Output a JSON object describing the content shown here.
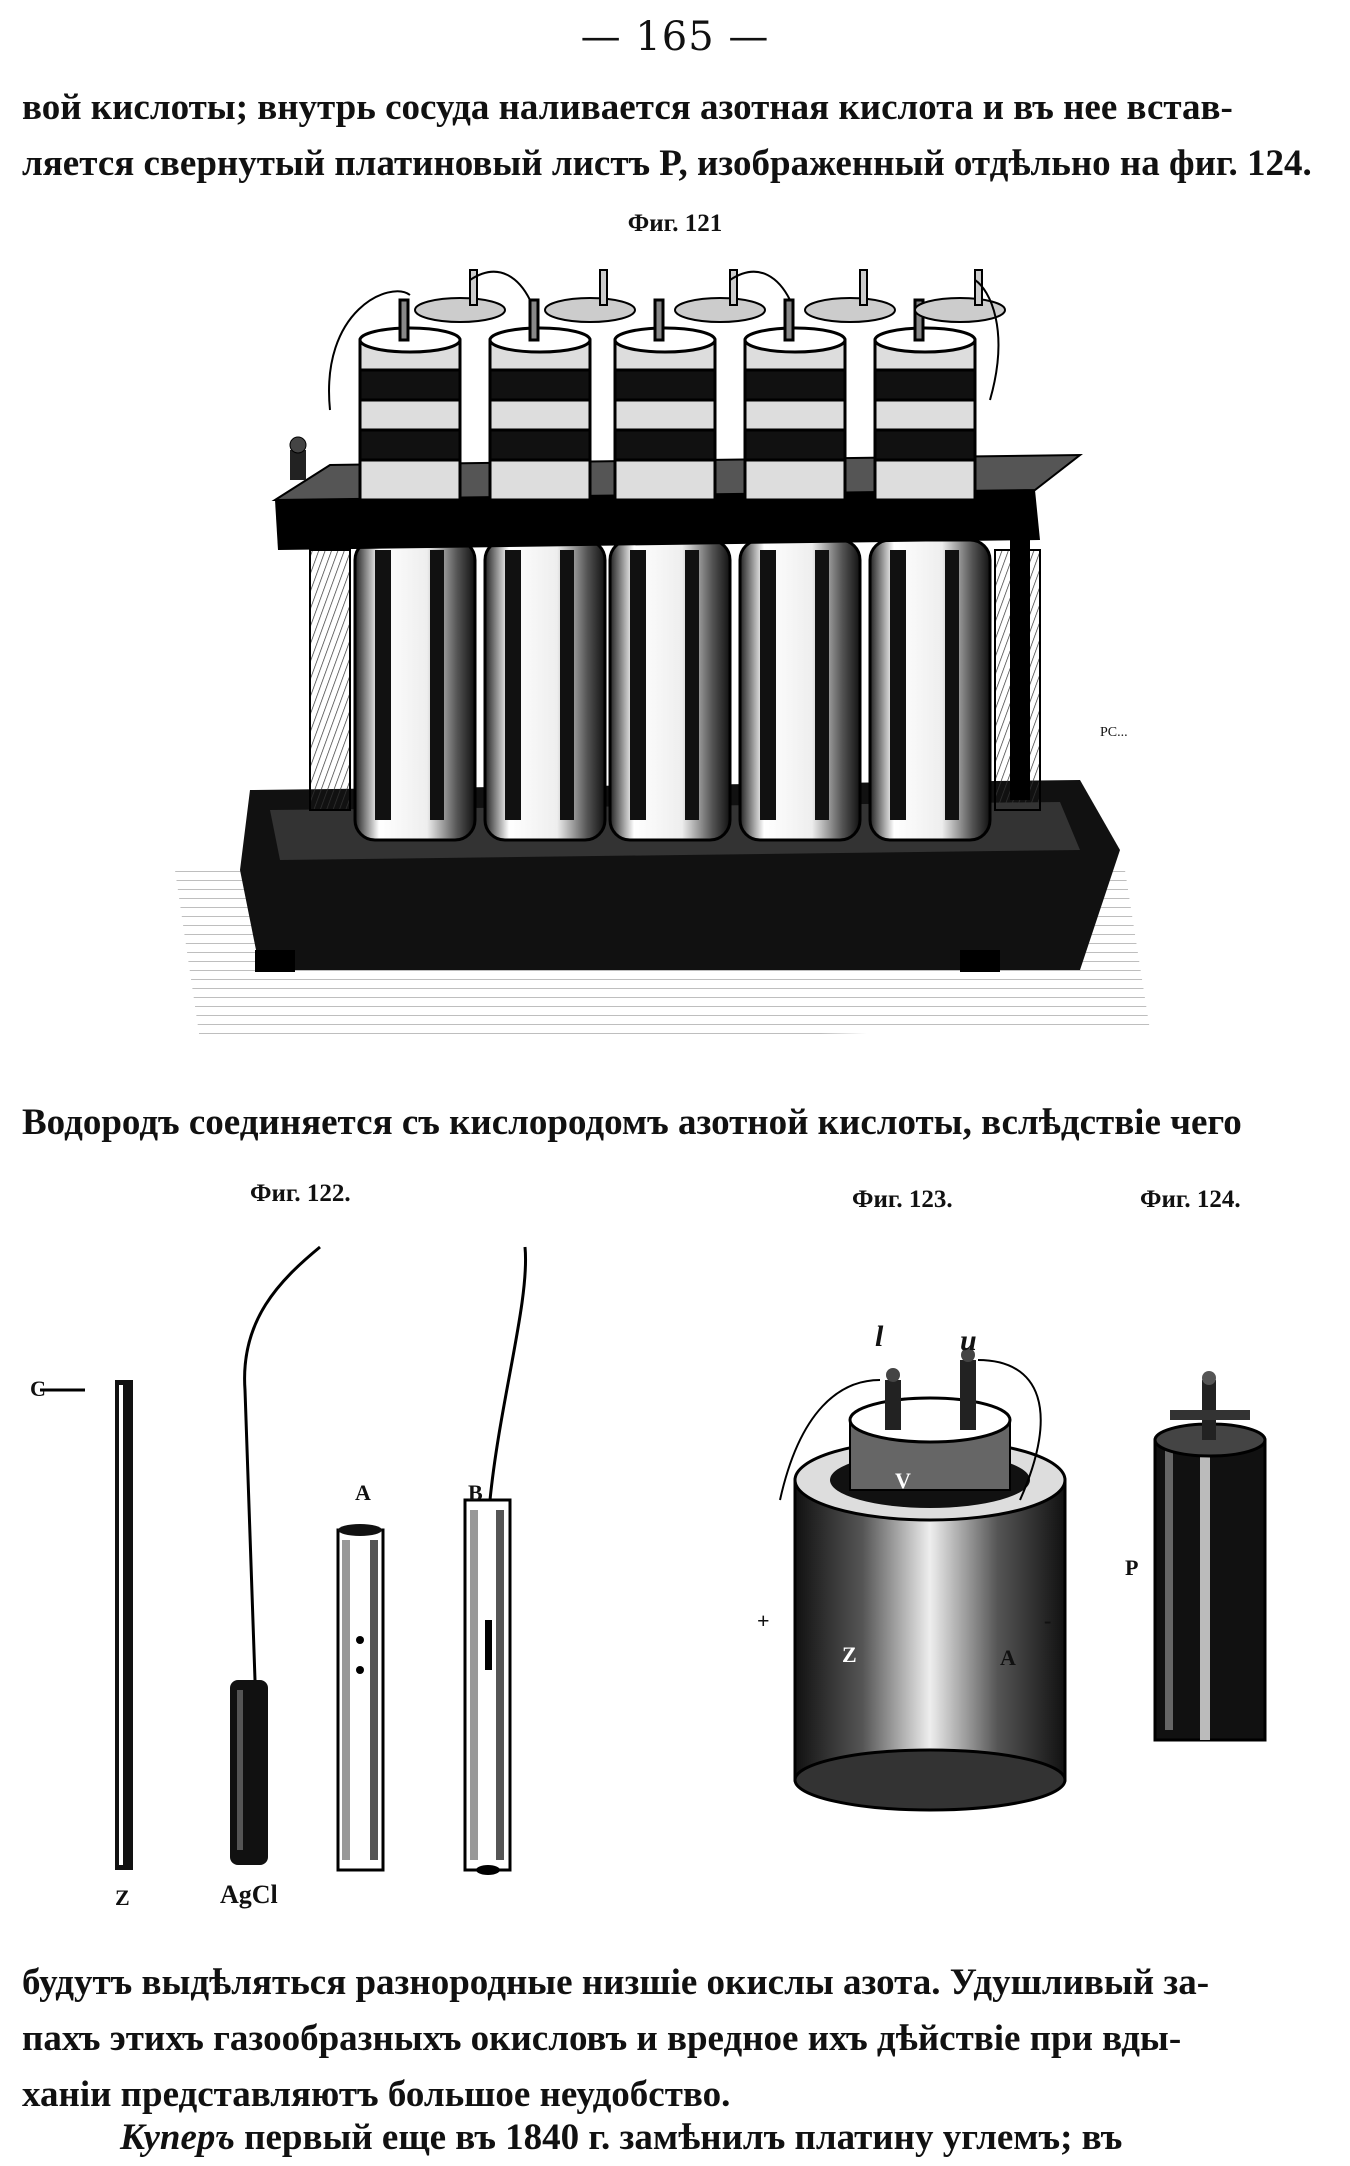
{
  "page_number": "— 165 —",
  "text_top": [
    "вой кислоты; внутрь сосуда наливается азотная кислота и въ нее встав-",
    "ляется свернутый платиновый листъ P, изображенный отдѣльно на фиг. 124."
  ],
  "fig121": {
    "caption": "Фиг. 121",
    "signature": "PC..."
  },
  "text_middle": "Водородъ соединяется съ кислородомъ азотной кислоты, вслѣдствіе чего",
  "fig122": {
    "caption": "Фиг. 122.",
    "labels": {
      "c": "C",
      "z": "Z",
      "agcl": "AgCl",
      "a": "A",
      "b": "B"
    }
  },
  "fig123": {
    "caption": "Фиг. 123.",
    "labels": {
      "l": "l",
      "u": "u",
      "v": "V",
      "z": "Z",
      "a": "A",
      "plus": "+",
      "minus": "-"
    }
  },
  "fig124": {
    "caption": "Фиг. 124.",
    "labels": {
      "p": "P"
    }
  },
  "text_bottom": [
    "будутъ выдѣляться разнородные низшіе окислы азота. Удушливый за-",
    "пахъ этихъ газообразныхъ окисловъ и вредное ихъ дѣйствіе при вды-",
    "ханіи представляютъ большое неудобство."
  ],
  "last_line": {
    "name": "Куперъ",
    "rest": " первый еще въ 1840 г. замѣнилъ платину углемъ; въ"
  }
}
